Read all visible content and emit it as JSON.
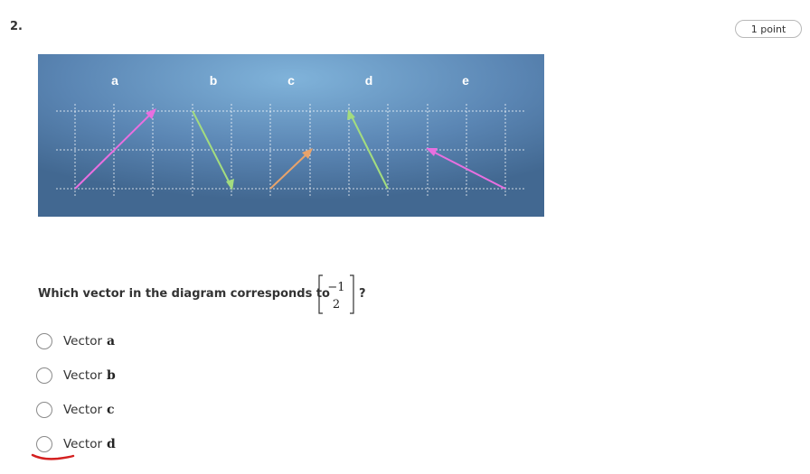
{
  "question": {
    "number": "2.",
    "points": "1 point",
    "prompt": "Which vector in the diagram corresponds to",
    "vector": {
      "top": "−1",
      "bottom": "2"
    },
    "question_mark": "?"
  },
  "diagram": {
    "labels": [
      "a",
      "b",
      "c",
      "d",
      "e"
    ],
    "colors": {
      "a": "#e96fe0",
      "b": "#a3dc7f",
      "c": "#e8a36b",
      "d": "#a3dc7f",
      "e": "#e96fe0",
      "background_center": "#7fb0d8",
      "background_edge": "#3f638c"
    }
  },
  "options": [
    {
      "prefix": "Vector",
      "var": "a"
    },
    {
      "prefix": "Vector",
      "var": "b"
    },
    {
      "prefix": "Vector",
      "var": "c"
    },
    {
      "prefix": "Vector",
      "var": "d"
    }
  ]
}
